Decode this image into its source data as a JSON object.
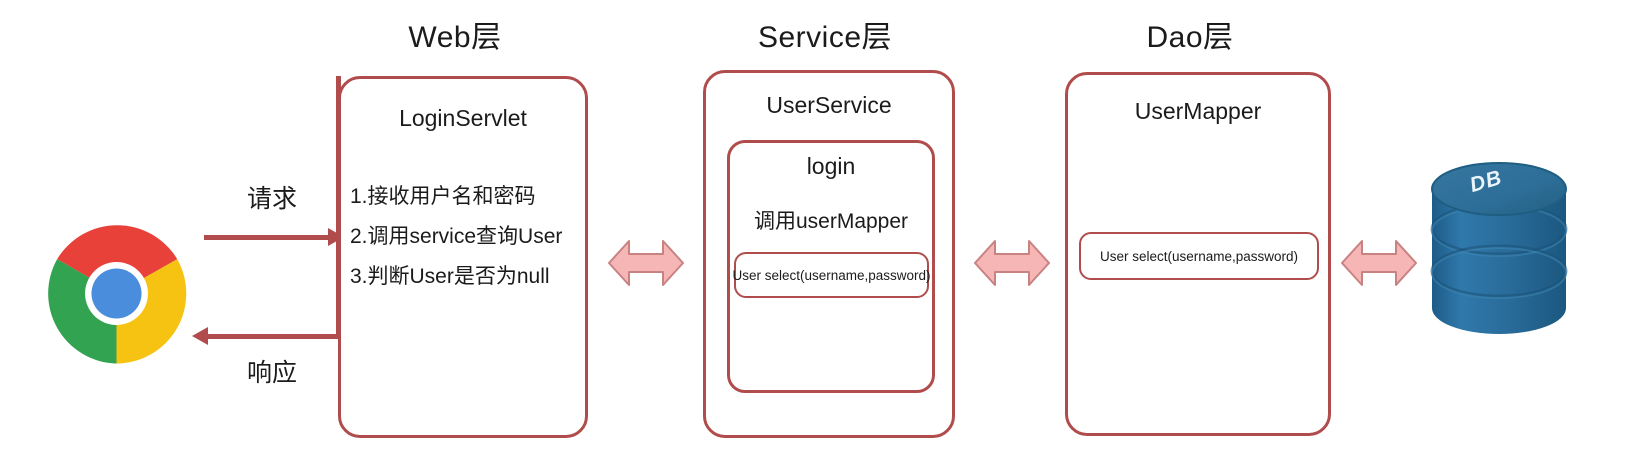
{
  "diagram": {
    "title": "Three-layer login architecture flow",
    "background_color": "#ffffff",
    "accent_color": "#b04c4c",
    "arrow_fill_color": "#f4b3b3",
    "db_color": "#2c6ea0"
  },
  "layers": {
    "web": {
      "title": "Web层",
      "box": {
        "heading": "LoginServlet",
        "steps": [
          "1.接收用户名和密码",
          "2.调用service查询User",
          "3.判断User是否为null"
        ]
      }
    },
    "service": {
      "title": "Service层",
      "box": {
        "heading": "UserService",
        "inner": {
          "heading": "login",
          "call_text": "调用userMapper",
          "code": "User select(username,password)"
        }
      }
    },
    "dao": {
      "title": "Dao层",
      "box": {
        "heading": "UserMapper",
        "code": "User select(username,password)"
      }
    }
  },
  "client": {
    "icon": "chrome-logo",
    "request_label": "请求",
    "response_label": "响应"
  },
  "database": {
    "icon": "database-cylinder",
    "label": "DB"
  },
  "connectors": {
    "web_to_service": "double-arrow",
    "service_to_dao": "double-arrow",
    "dao_to_db": "double-arrow"
  }
}
